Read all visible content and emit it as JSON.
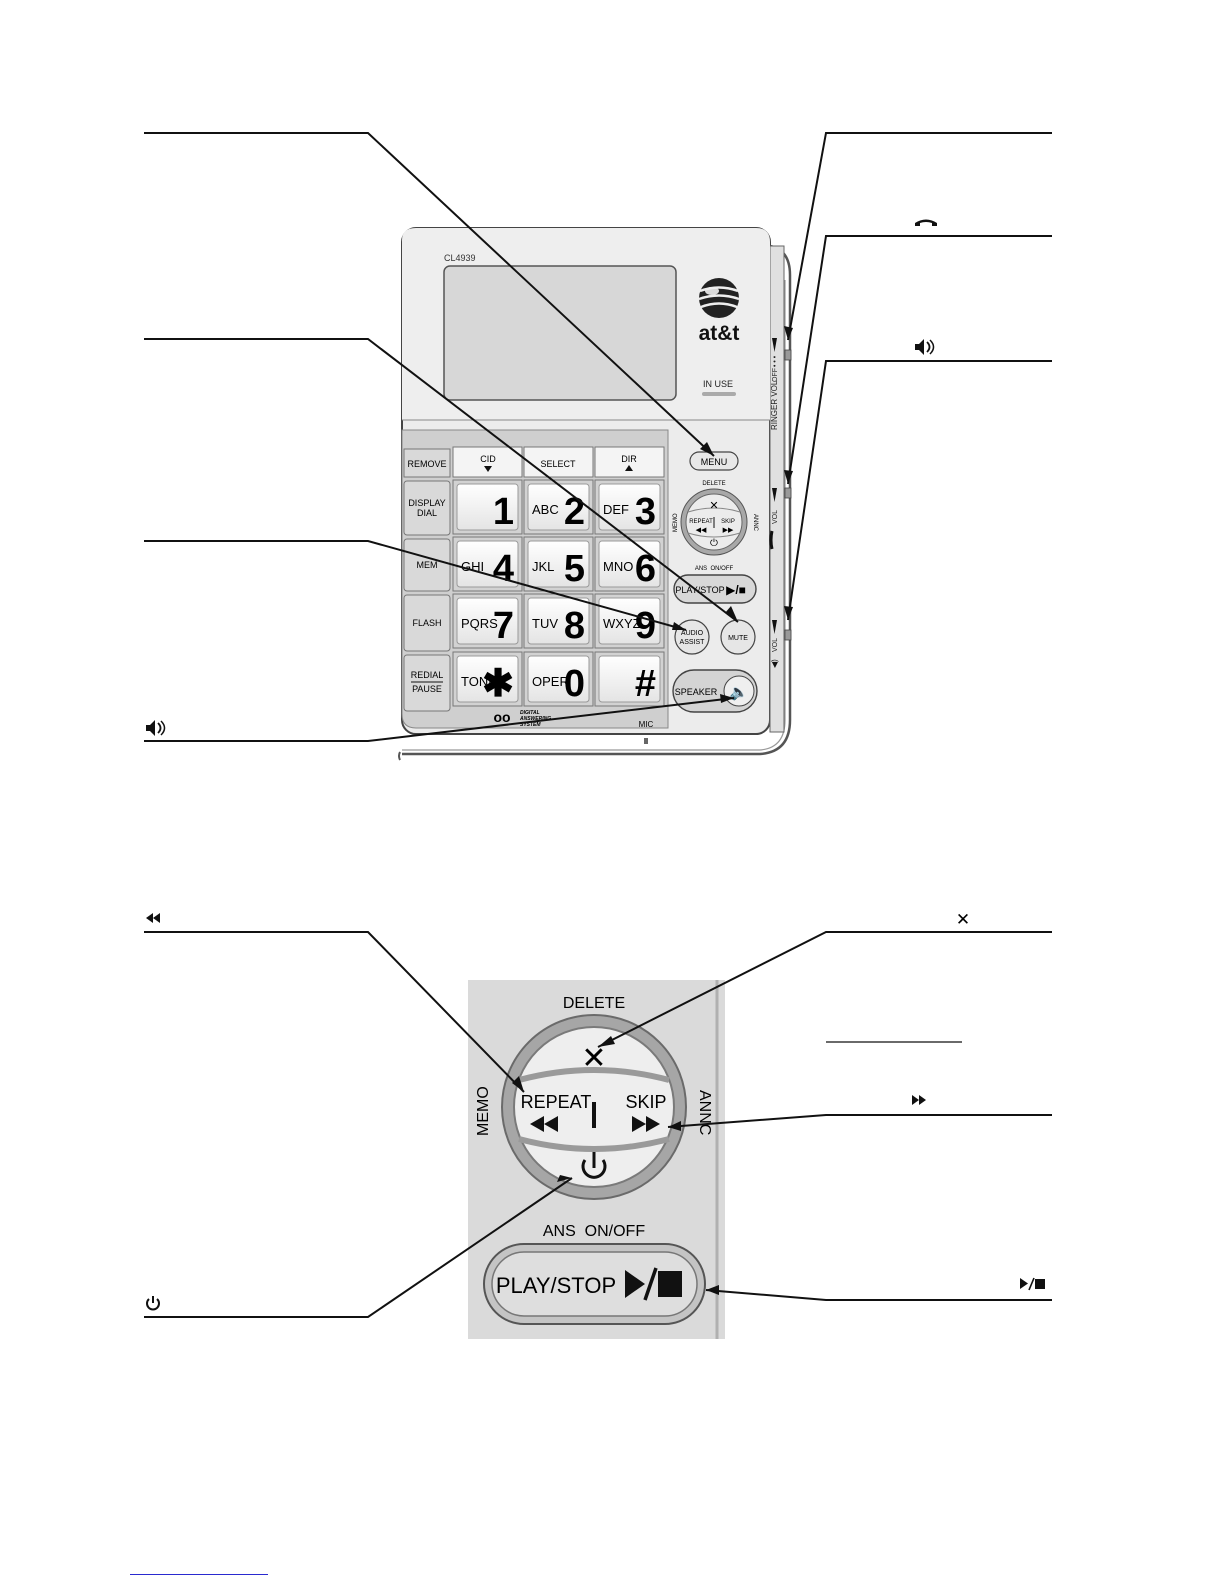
{
  "phone": {
    "model": "CL4939",
    "brand": "at&t",
    "in_use": "IN USE",
    "mic": "MIC",
    "digital_answering_system": [
      "DIGITAL",
      "ANSWERING",
      "SYSTEM"
    ],
    "side_labels": {
      "ringer_vol": "RINGER VOL",
      "off": "OFF",
      "vol_handset": "VOL",
      "vol_speaker": "VOL",
      "annc": "ANNC",
      "memo": "MEMO"
    },
    "top_keys": [
      "REMOVE",
      "CID",
      "SELECT",
      "DIR"
    ],
    "left_keys": {
      "display_dial": [
        "DISPLAY",
        "DIAL"
      ],
      "mem": "MEM",
      "flash": "FLASH",
      "redial": "REDIAL",
      "pause": "PAUSE"
    },
    "keypad": [
      {
        "letters": "",
        "digit": "1"
      },
      {
        "letters": "ABC",
        "digit": "2"
      },
      {
        "letters": "DEF",
        "digit": "3"
      },
      {
        "letters": "GHI",
        "digit": "4"
      },
      {
        "letters": "JKL",
        "digit": "5"
      },
      {
        "letters": "MNO",
        "digit": "6"
      },
      {
        "letters": "PQRS",
        "digit": "7"
      },
      {
        "letters": "TUV",
        "digit": "8"
      },
      {
        "letters": "WXYZ",
        "digit": "9"
      },
      {
        "letters": "TONE",
        "digit": "✱"
      },
      {
        "letters": "OPER",
        "digit": "0"
      },
      {
        "letters": "",
        "digit": "#"
      }
    ],
    "right_keys": {
      "menu": "MENU",
      "delete": "DELETE",
      "repeat": "REPEAT",
      "skip": "SKIP",
      "ans_on_off": "ANS  ON/OFF",
      "play_stop": "PLAY/STOP",
      "audio_assist": [
        "AUDIO",
        "ASSIST"
      ],
      "mute": "MUTE",
      "speaker": "SPEAKER"
    }
  },
  "detail": {
    "delete": "DELETE",
    "memo": "MEMO",
    "annc": "ANNC",
    "repeat": "REPEAT",
    "skip": "SKIP",
    "ans_on_off": "ANS  ON/OFF",
    "play_stop": "PLAY/STOP"
  },
  "icons": {
    "top": [
      "hook-icon",
      "speaker-icon",
      "speaker-icon"
    ],
    "bottom": [
      "rewind-icon",
      "delete-x-icon",
      "fast-forward-icon",
      "power-icon",
      "play-stop-icon"
    ]
  },
  "colors": {
    "body_gray": "#e6e6e6",
    "key_gray": "#d4d4d4",
    "key_white": "#fafafa",
    "panel_gray": "#dcdcdc",
    "ring_gray": "#a5a5a5",
    "link_blue": "#2a2ad0"
  }
}
